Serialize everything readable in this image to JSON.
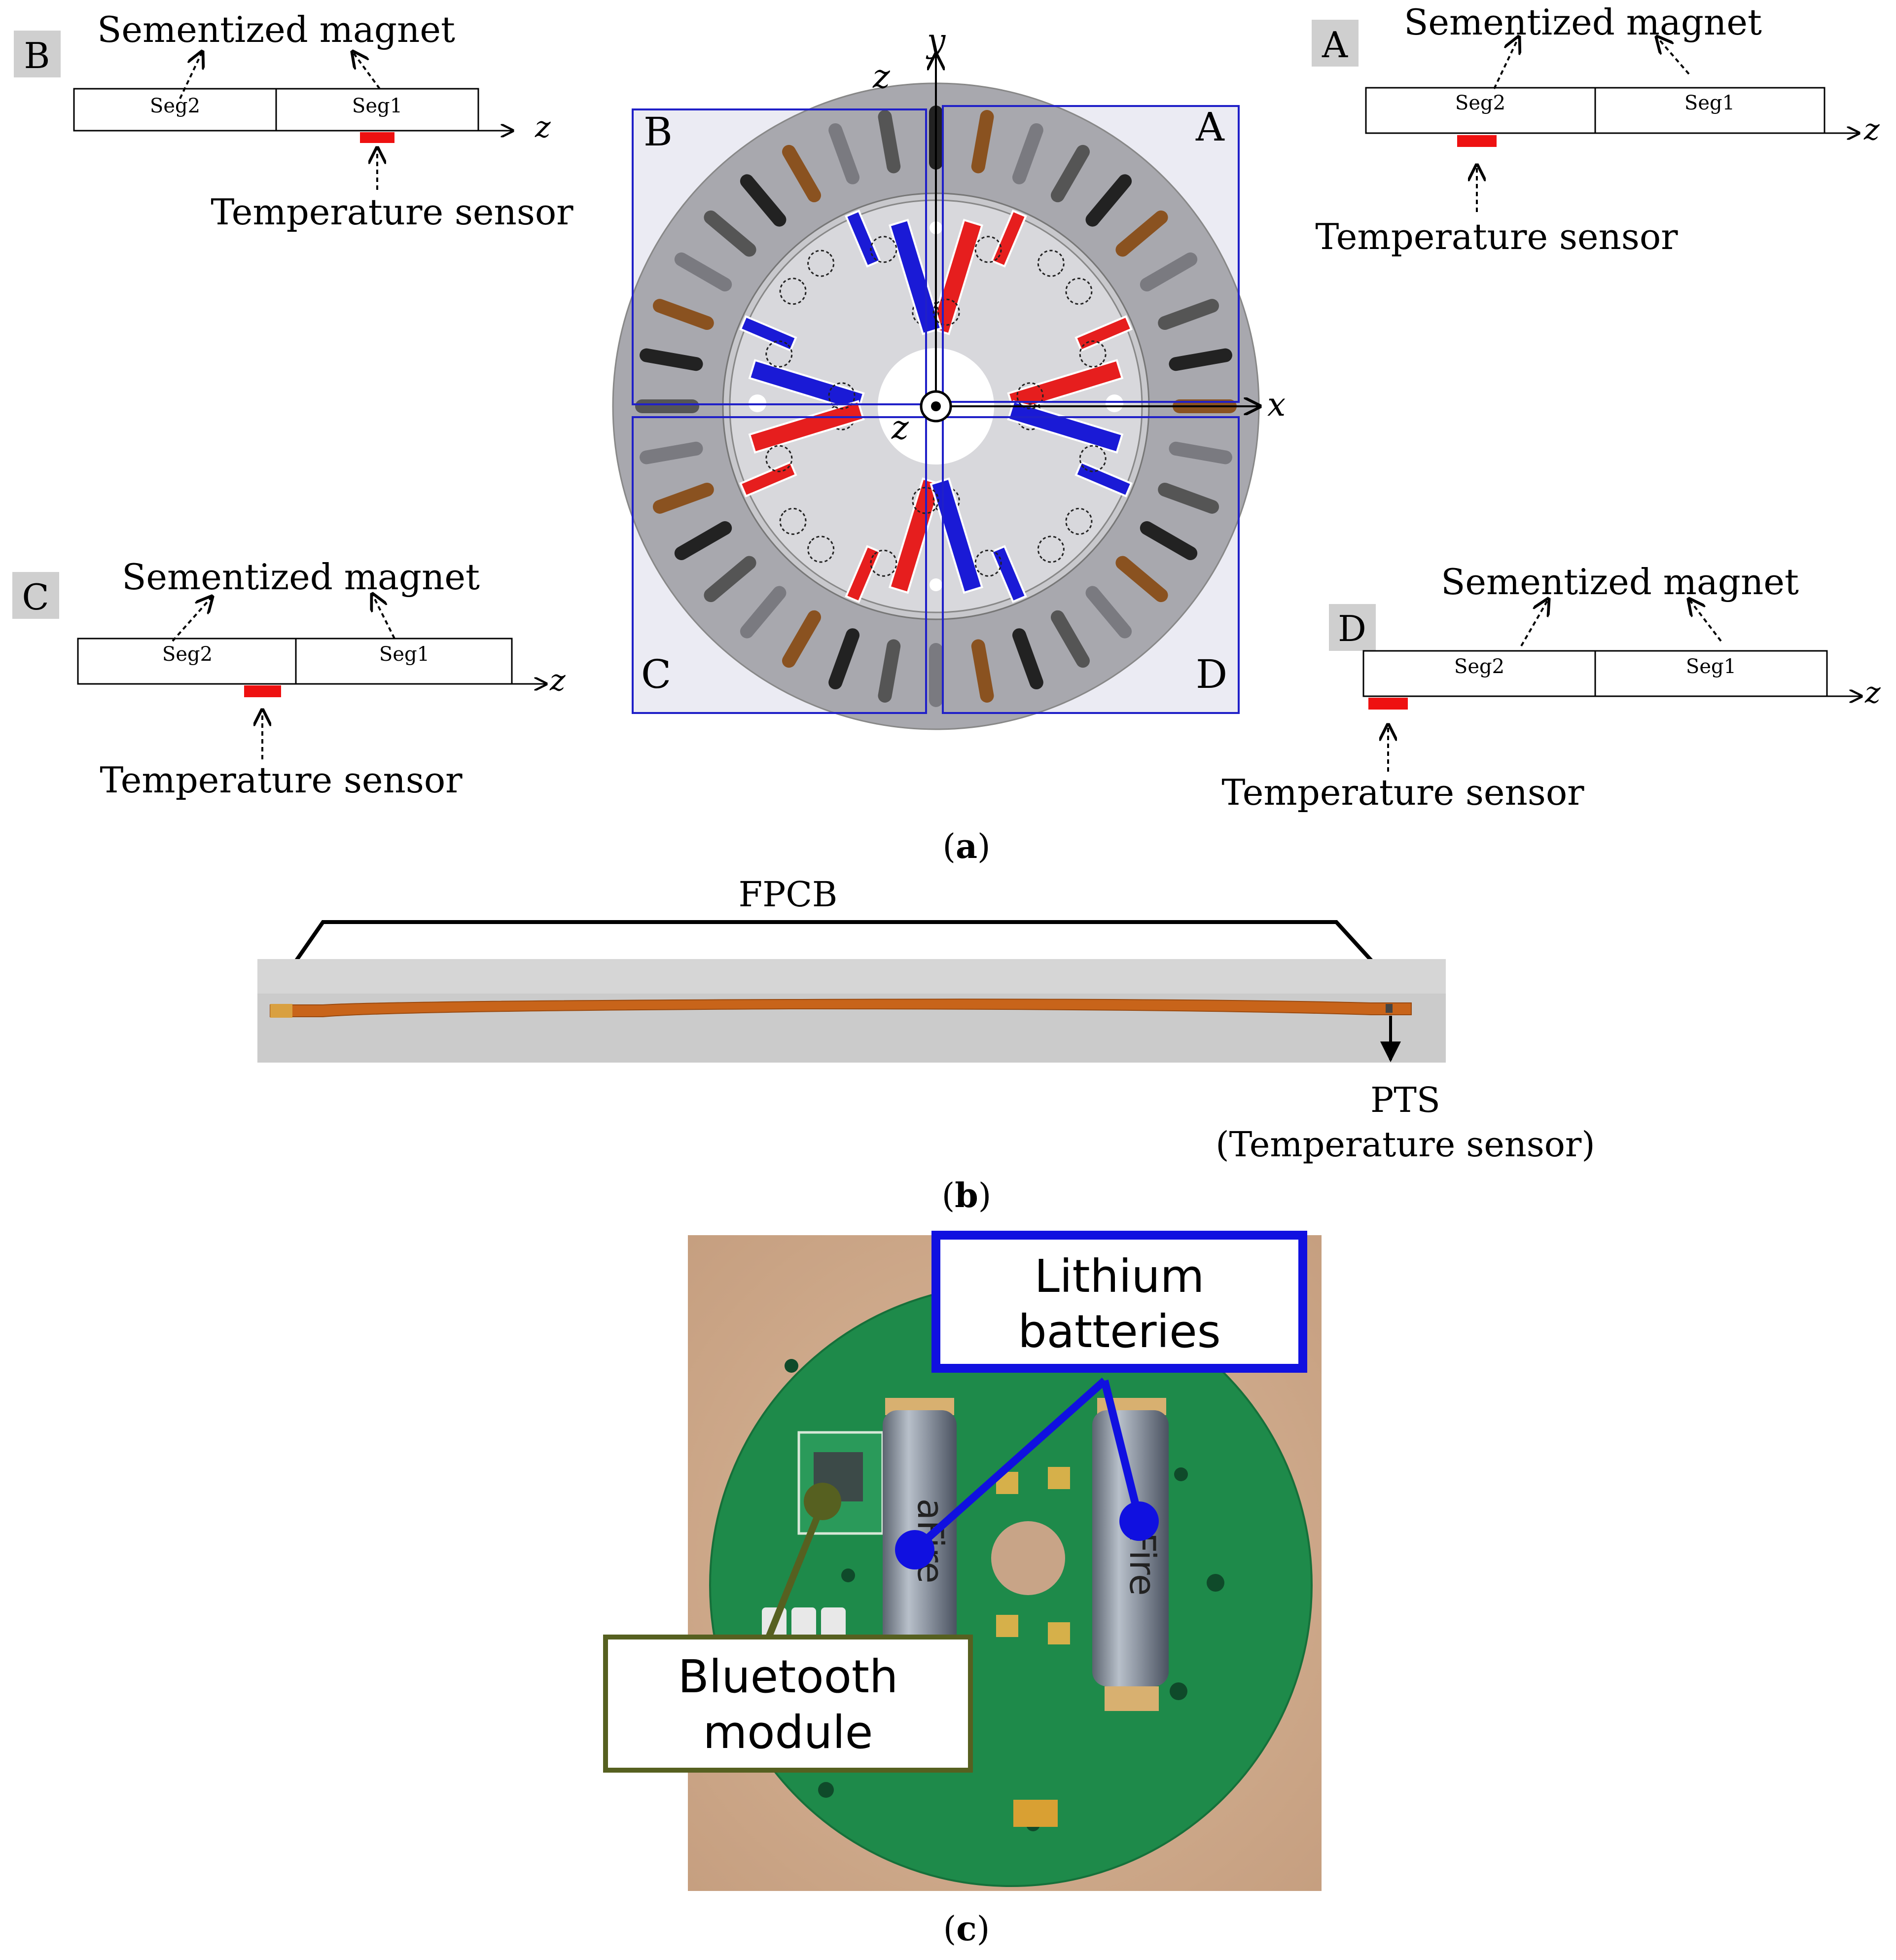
{
  "labels": {
    "segmented_magnet": "Sementized magnet",
    "temperature_sensor": "Temperature sensor",
    "seg1": "Seg1",
    "seg2": "Seg2",
    "axis_z": "z",
    "axis_x": "x",
    "axis_y": "y",
    "fpcb": "FPCB",
    "pts_line1": "PTS",
    "pts_line2": "(Temperature sensor)",
    "lithium_line1": "Lithium",
    "lithium_line2": "batteries",
    "bluetooth_line1": "Bluetooth",
    "bluetooth_line2": "module",
    "cell_text": "aFire"
  },
  "panels": {
    "A": {
      "tag": "A"
    },
    "B": {
      "tag": "B"
    },
    "C": {
      "tag": "C"
    },
    "D": {
      "tag": "D"
    }
  },
  "captions": {
    "a": {
      "open": "(",
      "letter": "a",
      "close": ")"
    },
    "b": {
      "open": "(",
      "letter": "b",
      "close": ")"
    },
    "c": {
      "open": "(",
      "letter": "c",
      "close": ")"
    }
  },
  "colors": {
    "sensor_red": "#ee1111",
    "quadrant_blue": "#2020c8",
    "magnet_blue": "#1a1ad6",
    "magnet_red": "#e61e1e",
    "pcb_green": "#1e8a4a",
    "callout_blue": "#1010e0",
    "callout_olive": "#566020",
    "fpcb_orange": "#c8641a"
  }
}
